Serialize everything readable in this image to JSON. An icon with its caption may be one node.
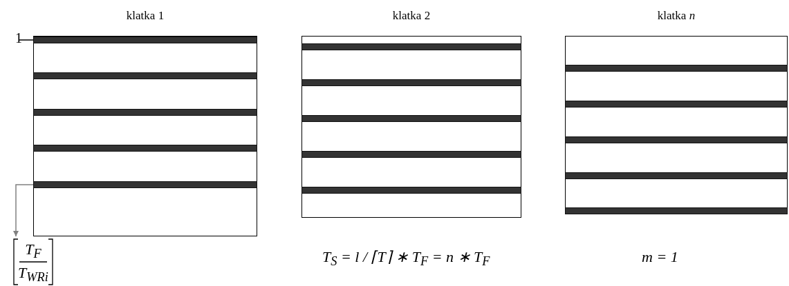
{
  "diagram": {
    "nodes": [
      {
        "text": [
          "klatka 1"
        ]
      },
      {
        "text": [],
        "shape": "bar",
        "in": 0
      },
      {
        "text": [],
        "shape": "bar",
        "in": 0
      },
      {
        "text": [],
        "shape": "bar",
        "in": 0
      },
      {
        "text": [],
        "shape": "bar",
        "in": 0
      },
      {
        "text": [],
        "shape": "bar",
        "in": 0
      },
      {
        "text": [
          "klatka 2"
        ]
      },
      {
        "text": [],
        "shape": "bar",
        "in": 6
      },
      {
        "text": [],
        "shape": "bar",
        "in": 6
      },
      {
        "text": [],
        "shape": "bar",
        "in": 6
      },
      {
        "text": [],
        "shape": "bar",
        "in": 6
      },
      {
        "text": [],
        "shape": "bar",
        "in": 6
      },
      {
        "text": [
          "klatka *n*"
        ]
      },
      {
        "text": [],
        "shape": "bar",
        "in": 12
      },
      {
        "text": [],
        "shape": "bar",
        "in": 12
      },
      {
        "text": [],
        "shape": "bar",
        "in": 12
      },
      {
        "text": [],
        "shape": "bar",
        "in": 12
      },
      {
        "text": [],
        "shape": "bar",
        "in": 12
      },
      {
        "text": [
          "1"
        ]
      },
      {
        "text": [
          "T$_{F}$",
          "T$_{WRi}$"
        ]
      }
    ],
    "edges": [
      {
        "from": 18,
        "to": 1,
        "arrow": "none"
      },
      {
        "from": 5,
        "to": 19,
        "arrow": "to",
        "color": "#808080"
      }
    ],
    "labels": [
      "T$_{S}$ = l / ⌈T⌉ ∗ T$_{F}$ = n ∗ T$_{F}$",
      "m = 1"
    ]
  }
}
